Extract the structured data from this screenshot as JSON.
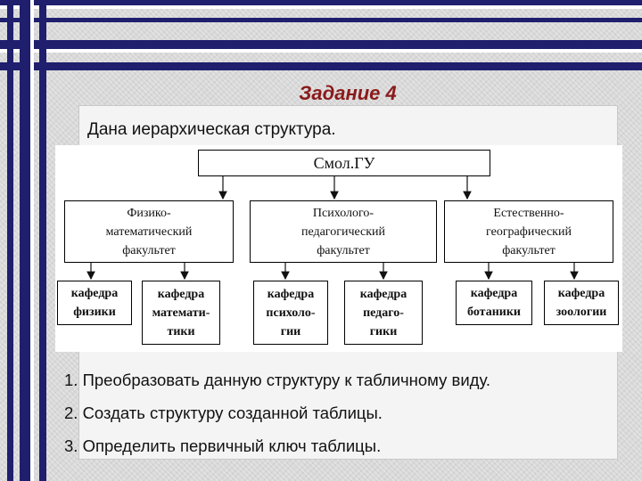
{
  "slide": {
    "title": "Задание 4",
    "intro": "Дана иерархическая структура."
  },
  "diagram": {
    "root": "Смол.ГУ",
    "faculties": [
      {
        "label": "Физико-математический факультет",
        "lines": [
          "Физико-",
          "математический",
          "факультет"
        ],
        "departments": [
          {
            "label": "кафедра физики",
            "lines": [
              "кафедра",
              "физики"
            ]
          },
          {
            "label": "кафедра математики",
            "lines": [
              "кафедра",
              "математи-",
              "тики"
            ]
          }
        ]
      },
      {
        "label": "Психолого-педагогический факультет",
        "lines": [
          "Психолого-",
          "педагогический",
          "факультет"
        ],
        "departments": [
          {
            "label": "кафедра психологии",
            "lines": [
              "кафедра",
              "психоло-",
              "гии"
            ]
          },
          {
            "label": "кафедра педагогики",
            "lines": [
              "кафедра",
              "педаго-",
              "гики"
            ]
          }
        ]
      },
      {
        "label": "Естественно-географический факультет",
        "lines": [
          "Естественно-",
          "географический",
          "факультет"
        ],
        "departments": [
          {
            "label": "кафедра ботаники",
            "lines": [
              "кафедра",
              "ботаники"
            ]
          },
          {
            "label": "кафедра зоологии",
            "lines": [
              "кафедра",
              "зоологии"
            ]
          }
        ]
      }
    ]
  },
  "tasks": [
    "1. Преобразовать данную структуру к табличному виду.",
    "2. Создать структуру созданной таблицы.",
    "3. Определить первичный ключ таблицы."
  ],
  "colors": {
    "title": "#8b1a1a",
    "stripe_dark": "#1f1f6e"
  }
}
